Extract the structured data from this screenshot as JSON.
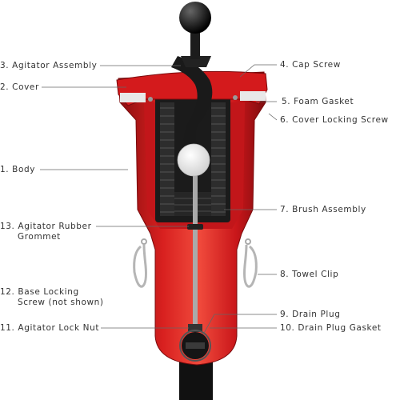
{
  "colors": {
    "body_red": "#cc1518",
    "body_dark": "#8a0e10",
    "highlight": "#f25a4a",
    "black": "#111111",
    "brush": "#2a2a2a",
    "metal": "#b9b9b9",
    "leader": "#555555",
    "text": "#333333"
  },
  "labels": {
    "agitator_assembly": "3. Agitator Assembly",
    "cover": "2. Cover",
    "body": "1. Body",
    "grommet_line1": "13. Agitator Rubber",
    "grommet_line2": "Grommet",
    "base_screw_line1": "12. Base Locking",
    "base_screw_line2": "Screw (not shown)",
    "lock_nut": "11. Agitator Lock Nut",
    "cap_screw": "4. Cap Screw",
    "foam_gasket": "5. Foam Gasket",
    "cover_locking_screw": "6. Cover Locking Screw",
    "brush_assembly": "7. Brush Assembly",
    "towel_clip": "8. Towel Clip",
    "drain_plug": "9. Drain Plug",
    "drain_plug_gasket": "10. Drain Plug Gasket"
  },
  "icons": {
    "ball": "golf-ball-icon",
    "knob": "agitator-knob-icon",
    "clip": "carabiner-clip-icon"
  }
}
